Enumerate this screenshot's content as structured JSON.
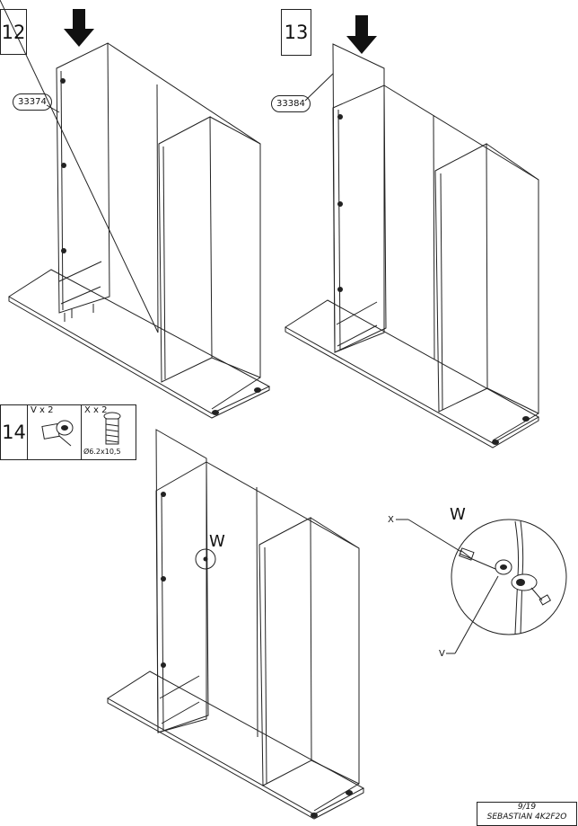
{
  "steps": [
    {
      "number": "12",
      "part_code": "33374"
    },
    {
      "number": "13",
      "part_code": "33384"
    },
    {
      "number": "14"
    }
  ],
  "parts": [
    {
      "letter": "V",
      "quantity": "V x 2",
      "icon": "connector-cam-icon"
    },
    {
      "letter": "X",
      "quantity": "X x 2",
      "icon": "screw-icon",
      "size": "Ø6.2x10,5"
    }
  ],
  "detail": {
    "callout": "W",
    "zoom_label": "W",
    "labels": {
      "x": "X",
      "v": "V"
    }
  },
  "footer": {
    "page": "9/19",
    "product": "SEBASTIAN 4K2F2O"
  }
}
